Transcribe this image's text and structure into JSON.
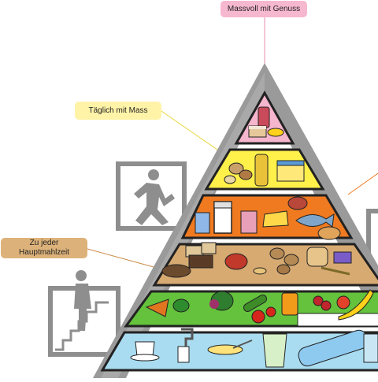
{
  "labels": {
    "top": "Massvoll mit Genuss",
    "middle": "Täglich mit Mass",
    "bottom_line1": "Zu jeder",
    "bottom_line2": "Hauptmahlzeit"
  },
  "tiers": [
    {
      "name": "sweets",
      "color": "#f5b5cc"
    },
    {
      "name": "oils-nuts",
      "color": "#fff04a"
    },
    {
      "name": "dairy-meat-fish",
      "color": "#f07a20"
    },
    {
      "name": "grains-potatoes",
      "color": "#d7aa72"
    },
    {
      "name": "vegetables-fruit",
      "color": "#64c23c"
    },
    {
      "name": "beverages",
      "color": "#a9dcf0"
    }
  ],
  "colors": {
    "pyramid_frame": "#9a9a9a",
    "stair_icon": "#8e8e8e",
    "connector_pink": "#e78bb0",
    "connector_yellow": "#e8d53a",
    "connector_brown": "#c98a47",
    "connector_orange": "#f07a20"
  },
  "icons": [
    "walking-stairs-icon",
    "running-person-icon"
  ]
}
